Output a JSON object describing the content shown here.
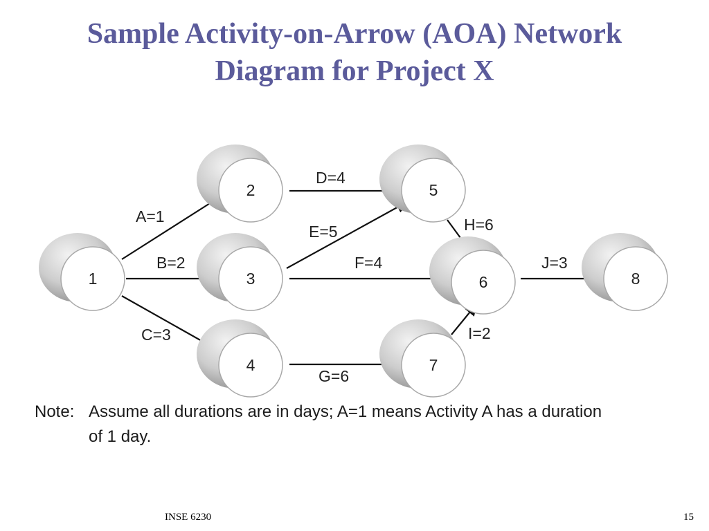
{
  "slide": {
    "title_line1": "Sample Activity-on-Arrow (AOA) Network",
    "title_line2": "Diagram for Project X",
    "footer_course": "INSE 6230",
    "page_number": "15"
  },
  "diagram": {
    "nodes": [
      {
        "id": "1",
        "label": "1"
      },
      {
        "id": "2",
        "label": "2"
      },
      {
        "id": "3",
        "label": "3"
      },
      {
        "id": "4",
        "label": "4"
      },
      {
        "id": "5",
        "label": "5"
      },
      {
        "id": "6",
        "label": "6"
      },
      {
        "id": "7",
        "label": "7"
      },
      {
        "id": "8",
        "label": "8"
      }
    ],
    "edges": [
      {
        "from": "1",
        "to": "2",
        "label": "A=1"
      },
      {
        "from": "1",
        "to": "3",
        "label": "B=2"
      },
      {
        "from": "1",
        "to": "4",
        "label": "C=3"
      },
      {
        "from": "2",
        "to": "5",
        "label": "D=4"
      },
      {
        "from": "3",
        "to": "5",
        "label": "E=5"
      },
      {
        "from": "3",
        "to": "6",
        "label": "F=4"
      },
      {
        "from": "4",
        "to": "7",
        "label": "G=6"
      },
      {
        "from": "5",
        "to": "6",
        "label": "H=6"
      },
      {
        "from": "7",
        "to": "6",
        "label": "I=2"
      },
      {
        "from": "6",
        "to": "8",
        "label": "J=3"
      }
    ]
  },
  "note": {
    "prefix": "Note:",
    "text": "Assume all durations are in days;  A=1 means Activity A has a duration of 1 day."
  }
}
